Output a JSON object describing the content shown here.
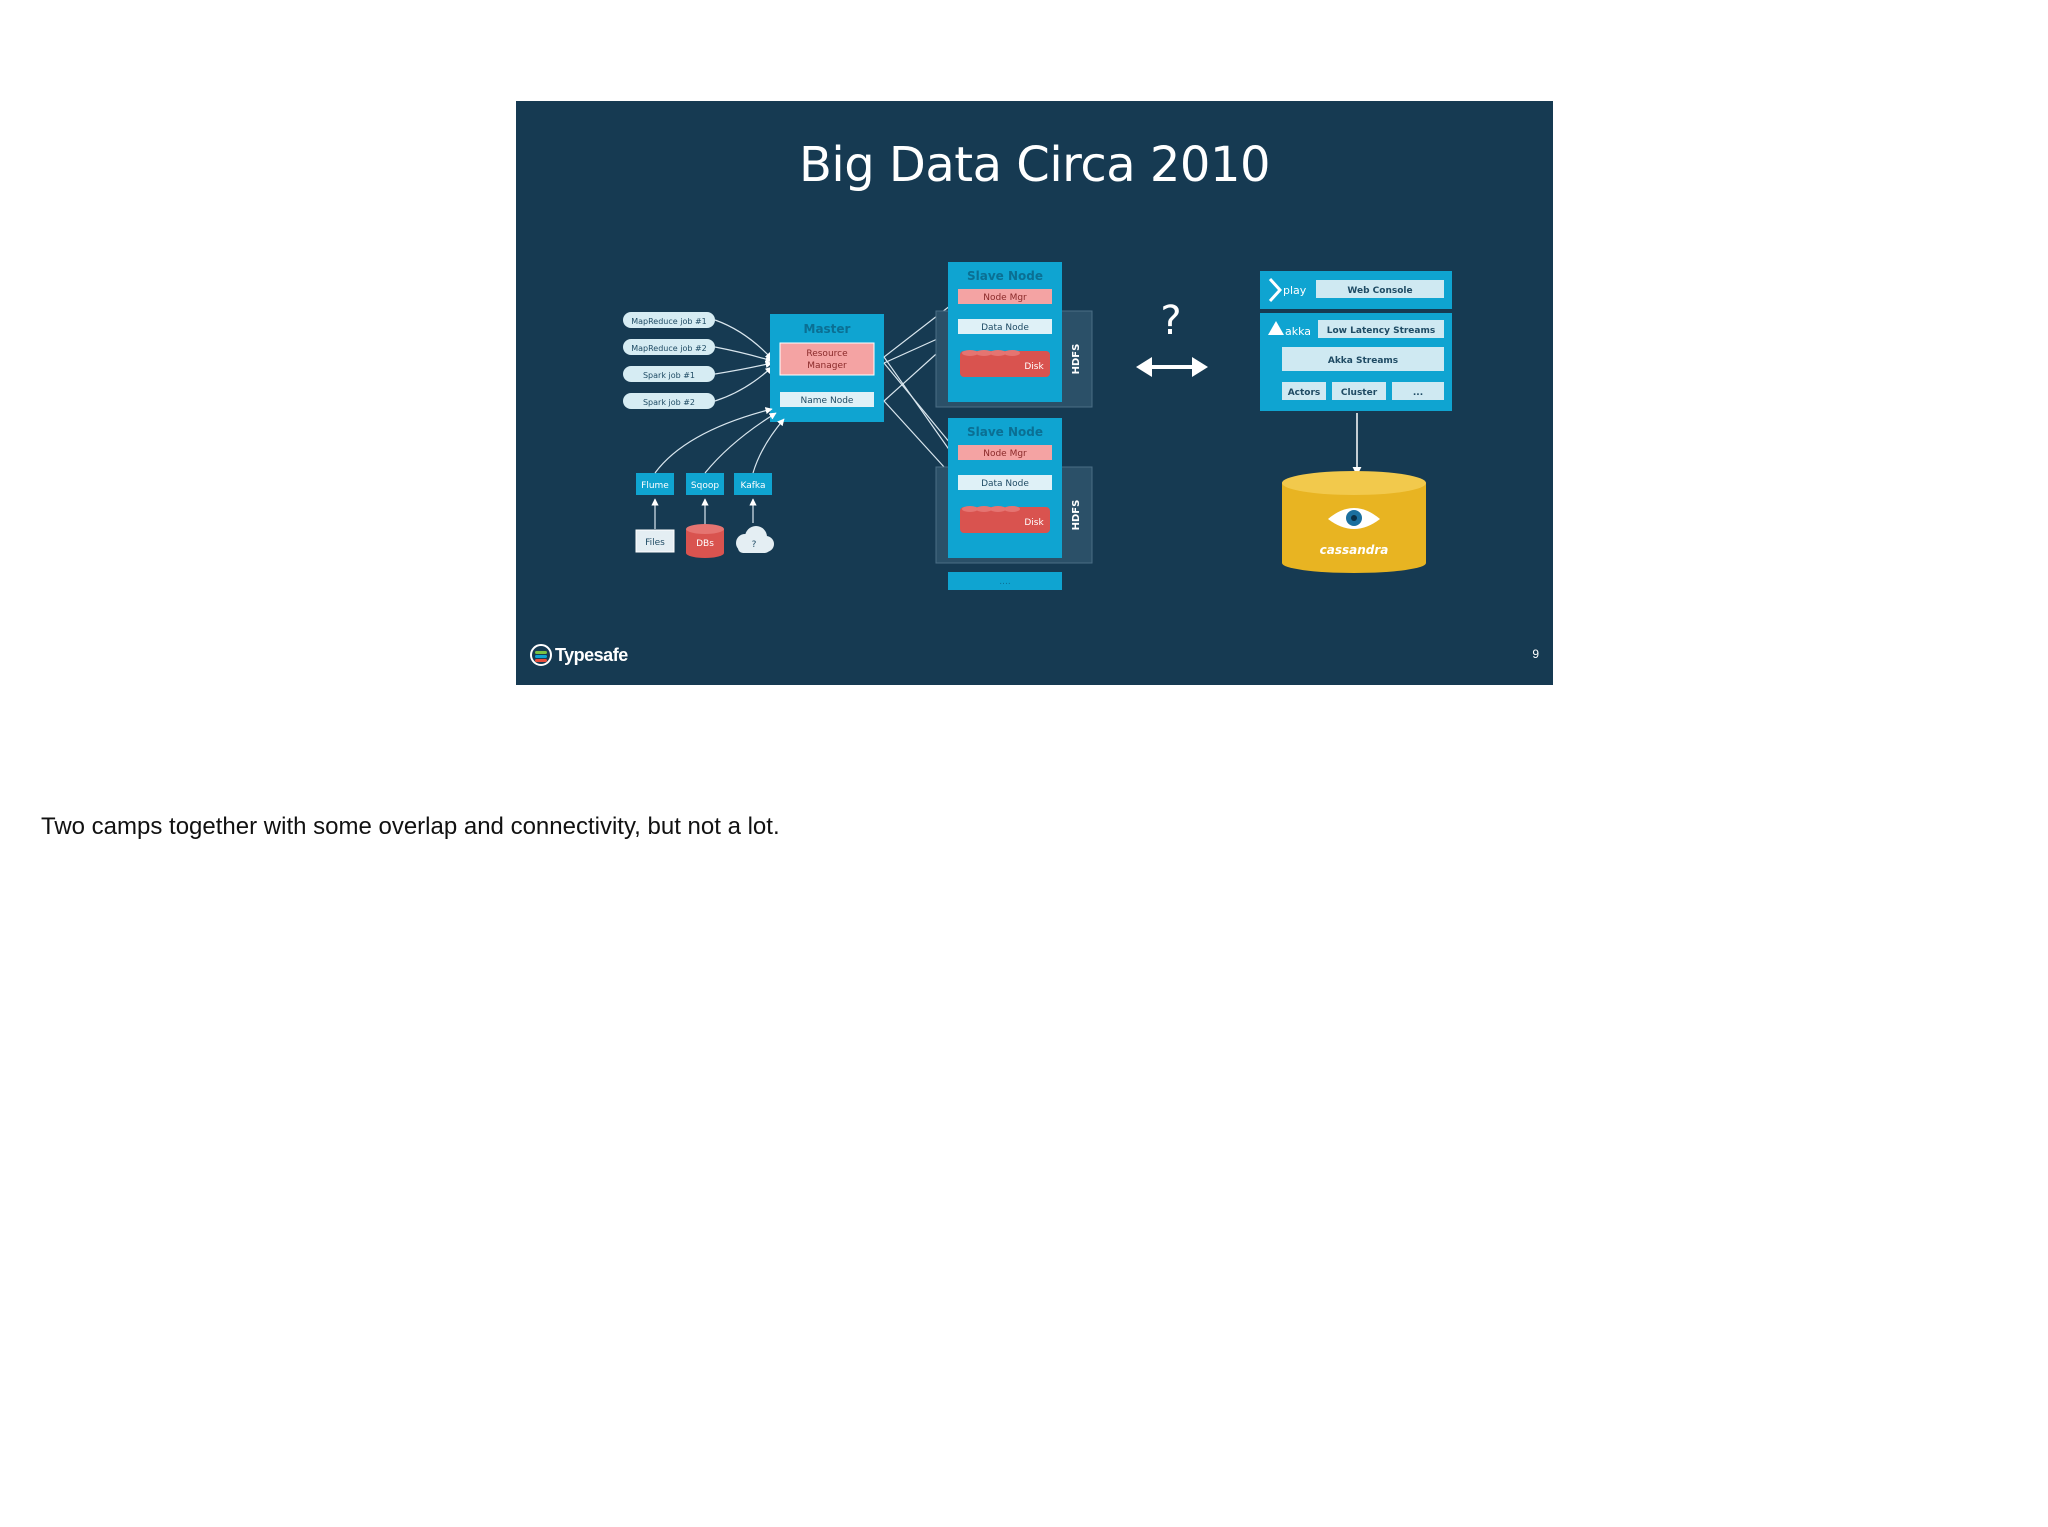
{
  "slide": {
    "title": "Big Data Circa 2010",
    "page_number": "9",
    "logo_text": "Typesafe"
  },
  "hadoop": {
    "jobs": [
      "MapReduce job #1",
      "MapReduce job #2",
      "Spark job #1",
      "Spark job #2"
    ],
    "master": {
      "title": "Master",
      "resource_manager": [
        "Resource",
        "Manager"
      ],
      "name_node": "Name Node"
    },
    "ingest": [
      "Flume",
      "Sqoop",
      "Kafka"
    ],
    "sources": [
      "Files",
      "DBs",
      "?"
    ],
    "slave_nodes": [
      {
        "title": "Slave Node",
        "node_mgr": "Node Mgr",
        "data_node": "Data Node",
        "disk": "Disk",
        "hdfs": "HDFS"
      },
      {
        "title": "Slave Node",
        "node_mgr": "Node Mgr",
        "data_node": "Data Node",
        "disk": "Disk",
        "hdfs": "HDFS"
      }
    ],
    "more": "...."
  },
  "bridge": {
    "question": "?"
  },
  "reactive": {
    "play": {
      "logo": "play",
      "web_console": "Web Console"
    },
    "akka": {
      "logo": "akka",
      "low_latency": "Low Latency Streams",
      "streams": "Akka Streams",
      "actors": "Actors",
      "cluster": "Cluster",
      "more": "..."
    },
    "cassandra": "cassandra"
  },
  "notes": "Two camps together with some overlap and connectivity, but not a lot.",
  "colors": {
    "slide_bg": "#163a52",
    "accent_cyan": "#0fa4d1",
    "box_light": "#cfe9f2",
    "red": "#d9534f",
    "pink": "#f4a3a3",
    "cassandra_gold": "#e8b422"
  }
}
